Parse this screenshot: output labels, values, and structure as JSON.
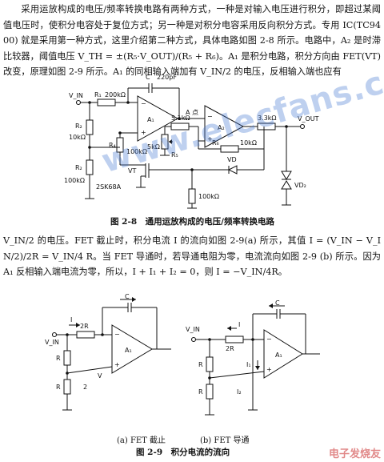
{
  "text": {
    "para1": "采用运放构成的电压/频率转换电路有两种方式，一种是对输入电压进行积分，即超过某阈值电压时，使积分电容处于复位方式；另一种是对积分电容采用反向积分方式。专用 IC(TC9400) 就是采用第一种方式，这里介绍第二种方式，具体电路如图 2-8 所示。电路中，A₂ 是时滞比较器，阈值电压 V_TH = ±(R₅·V_OUT)/(R₅ + R₆)。A₁ 是积分电路，积分方向由 FET(VT) 改变，原理如图 2-9 所示。A₁ 的同相输入端加有 V_IN/2 的电压，反相输入端也应有",
    "para2": "V_IN/2 的电压。FET 截止时，积分电流 I 的流向如图 2-9(a) 所示，其值 I = (V_IN − V_IN/2)/2R = V_IN/4 R。当 FET 导通时，若导通电阻为零，电流流向如图 2-9 (b) 所示。因为 A₁ 反相输入端电流为零，所以，I + I₁ + I₂ = 0，则 I = −V_IN/4R。",
    "fig1_caption": "图 2-8　通用运放构成的电压/频率转换电路",
    "fig2_sub_a": "(a) FET 截止",
    "fig2_sub_b": "(b) FET 导通",
    "fig2_caption": "图 2-9　积分电流的流向"
  },
  "figure1": {
    "labels": {
      "c": "C",
      "c_val": "220pF",
      "vin": "V_IN",
      "r1": "R₁",
      "r1_val": "200kΩ",
      "a_point": "A 点",
      "a1": "A₁",
      "a2": "A₂",
      "r3_val": "3.3kΩ",
      "vout": "V_OUT",
      "r2a": "R₂",
      "r2a_val": "10kΩ",
      "r4": "R₄",
      "r4_val": "100kΩ",
      "r5_val": "5.1kΩ",
      "pot_val": "5kΩ",
      "r5": "R₅",
      "r6": "R₆",
      "r6_val": "10kΩ",
      "r2b": "R₂",
      "r2b_val": "100kΩ",
      "vt": "VT",
      "fet": "2SK68A",
      "vd": "VD",
      "vd2": "VD₂",
      "rb_val": "100kΩ"
    }
  },
  "figure2": {
    "labels": {
      "a_c": "C",
      "a_i": "I",
      "a_2r": "2R",
      "a_vin": "V_IN",
      "a_r1": "R",
      "a_r2": "R",
      "a_a1": "A₁",
      "a_v": "V",
      "a_2": "2",
      "b_c": "C",
      "b_i": "I",
      "b_2r": "2R",
      "b_vin": "V_IN",
      "b_r1": "R",
      "b_r2": "R",
      "b_a1": "A₁",
      "b_i1": "I₁",
      "b_i2": "I₂"
    }
  },
  "watermark": "www.elecfans.com",
  "logo": "电子发烧友"
}
